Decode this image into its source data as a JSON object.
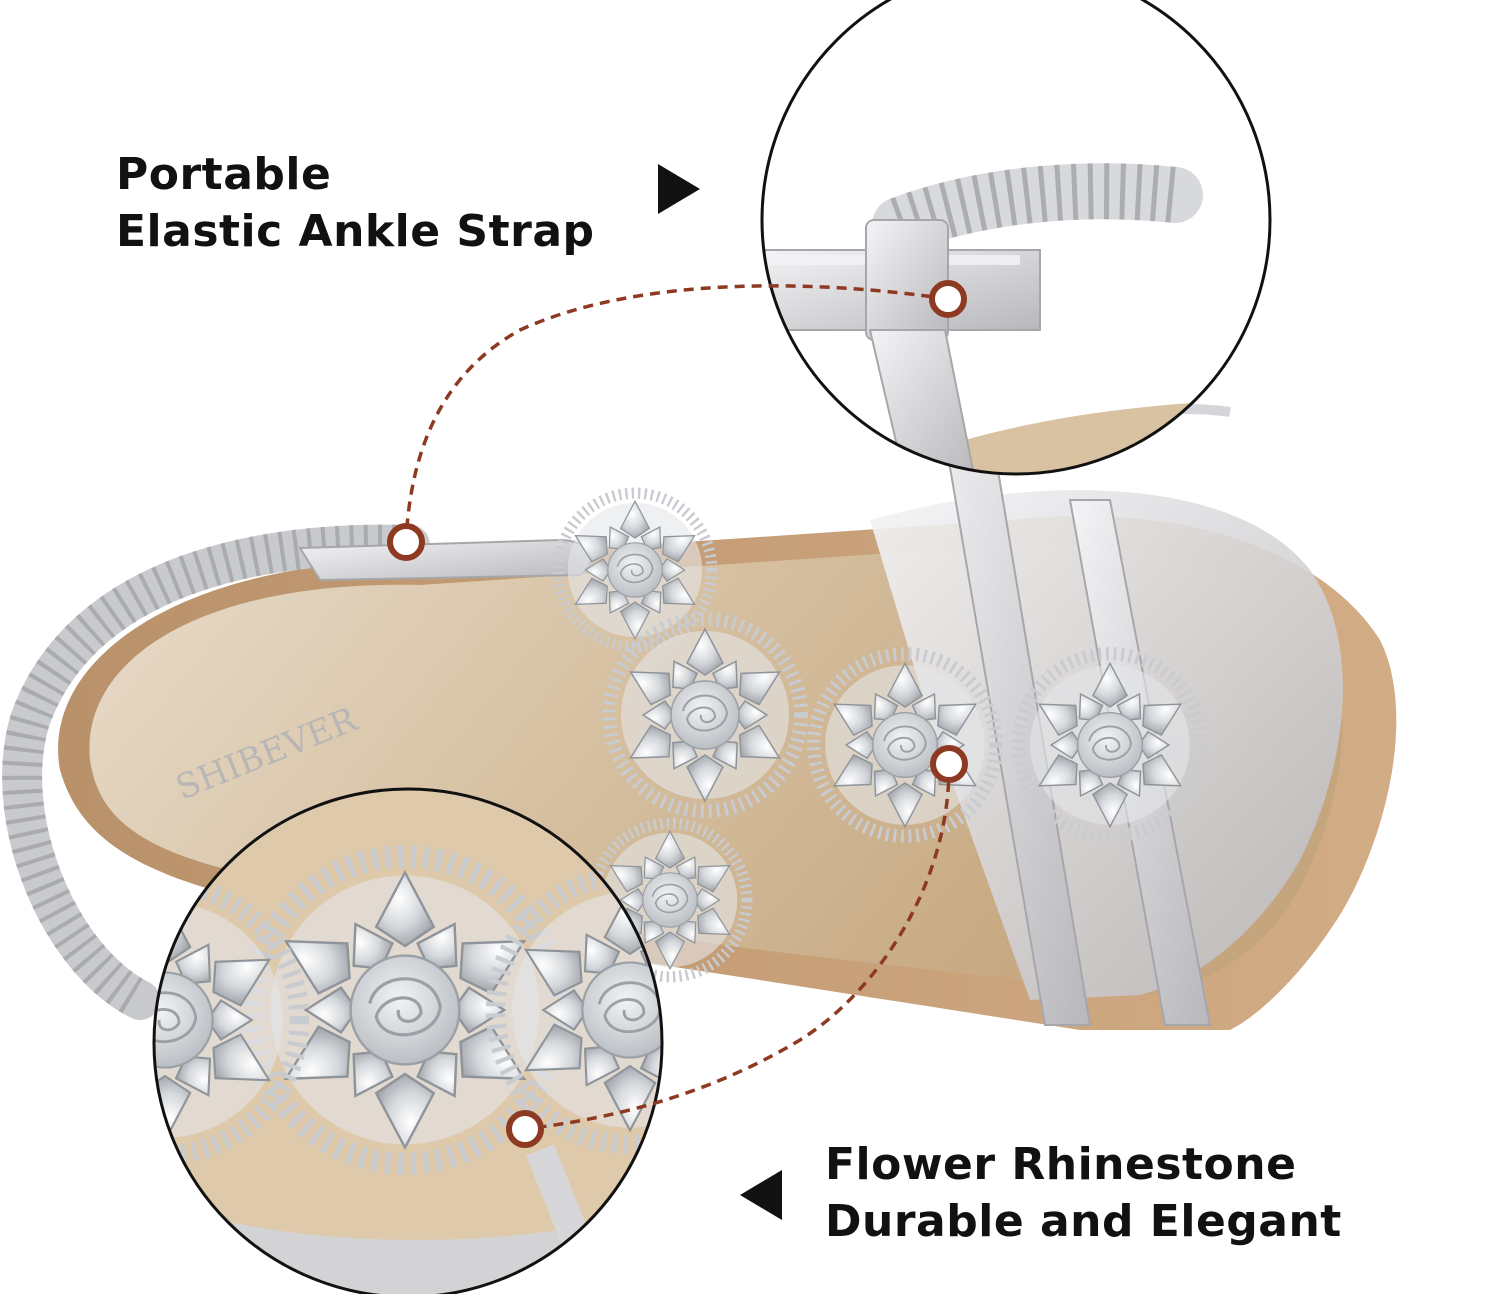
{
  "callouts": {
    "ankle_strap": {
      "line1": "Portable",
      "line2": "Elastic Ankle Strap"
    },
    "flower": {
      "line1": "Flower Rhinestone",
      "line2": "Durable and Elegant"
    }
  },
  "logo_text": "SHIBEVER",
  "colors": {
    "background": "#ffffff",
    "silver": "#d9d9db",
    "silver_dark": "#a9a9ad",
    "insole_gold": "#c9b08e",
    "sole_tan": "#c79f77",
    "callout_line": "#8e3a22",
    "text": "#111111"
  },
  "icons": [
    "arrow-right-icon",
    "arrow-left-icon",
    "callout-dot-icon"
  ]
}
